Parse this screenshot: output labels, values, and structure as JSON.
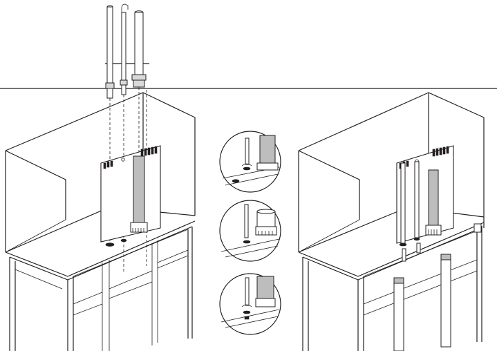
{
  "figure": {
    "views": [
      "exploded-assembly",
      "detail-steps",
      "assembled"
    ],
    "detail_step_count": 3,
    "colors": {
      "line": "#231f20",
      "background": "#ffffff",
      "pipe_fill": "#d9d9d9",
      "shaded_pipe": "#bdbdbd"
    }
  }
}
